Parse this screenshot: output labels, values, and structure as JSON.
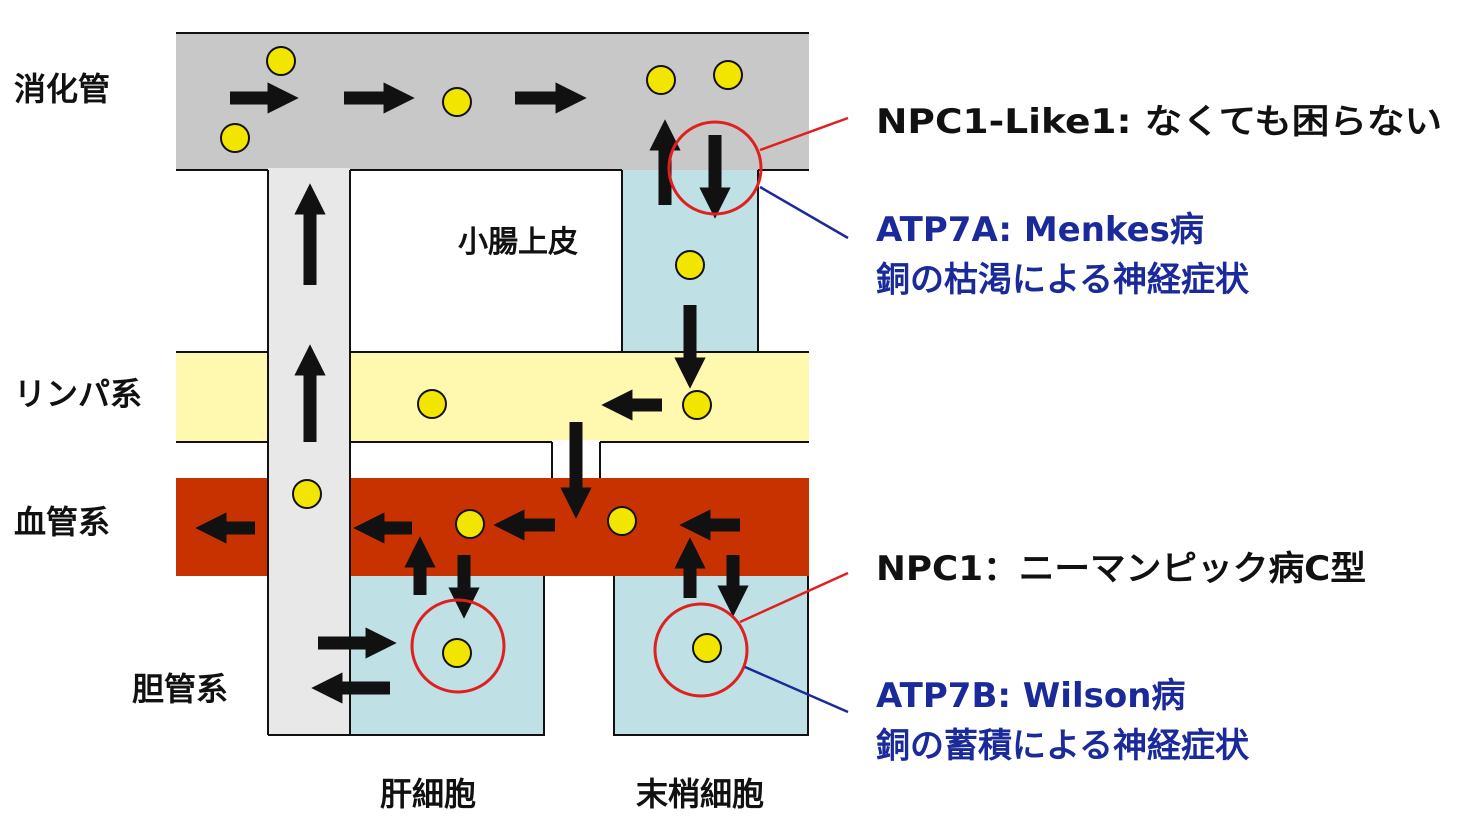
{
  "regions": {
    "gut": "消化管",
    "epithelium": "小腸上皮",
    "lymph": "リンパ系",
    "blood": "血管系",
    "bile": "胆管系",
    "liver_cell": "肝細胞",
    "peripheral_cell": "末梢細胞"
  },
  "annotations": {
    "npc1l1": "NPC1-Like1: なくても困らない",
    "atp7a_line1": "ATP7A: Menkes病",
    "atp7a_line2": "銅の枯渇による神経症状",
    "npc1": "NPC1：ニーマンピック病C型",
    "atp7b_line1": "ATP7B: Wilson病",
    "atp7b_line2": "銅の蓄積による神経症状"
  },
  "colors": {
    "gut": "#c8c8c8",
    "bile_duct": "#e8e8e8",
    "cell": "#bfe0e4",
    "lymph": "#fff9b0",
    "blood": "#c83200",
    "particle": "#f2e600",
    "highlight": "#e02020",
    "connector_red": "#e02020",
    "connector_blue": "#1a2a9a",
    "annotation_blue": "#1a2a9a"
  }
}
